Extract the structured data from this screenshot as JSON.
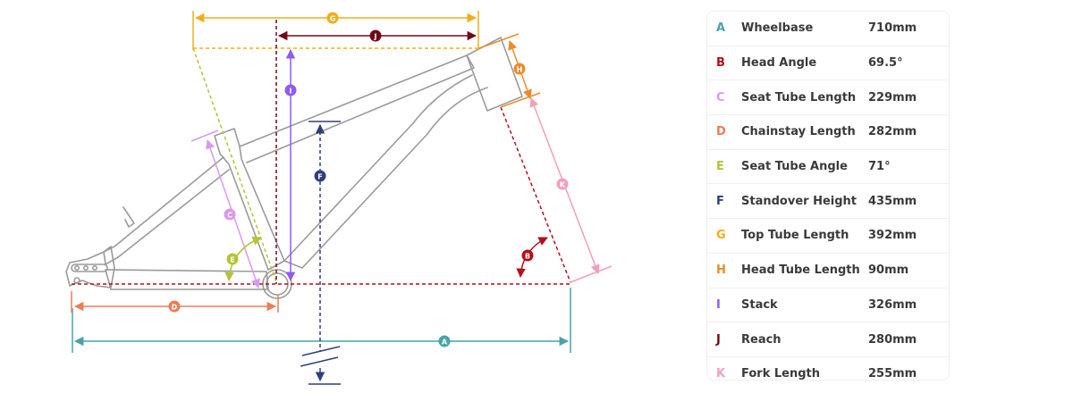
{
  "diagram": {
    "markers": {
      "A": {
        "letter": "A",
        "color": "#46a4a8"
      },
      "B": {
        "letter": "B",
        "color": "#b40f1b"
      },
      "C": {
        "letter": "C",
        "color": "#d89af0"
      },
      "D": {
        "letter": "D",
        "color": "#ee7d57"
      },
      "E": {
        "letter": "E",
        "color": "#b6c239"
      },
      "F": {
        "letter": "F",
        "color": "#2f3f7d"
      },
      "G": {
        "letter": "G",
        "color": "#f1ad1c"
      },
      "H": {
        "letter": "H",
        "color": "#e98d2b"
      },
      "I": {
        "letter": "I",
        "color": "#8d5cf1"
      },
      "J": {
        "letter": "J",
        "color": "#6d0c17"
      },
      "K": {
        "letter": "K",
        "color": "#f2a0b7"
      }
    },
    "frame_color": "#9a9a9a"
  },
  "specs": [
    {
      "key": "A",
      "label": "Wheelbase",
      "value": "710mm",
      "color": "#46a4a8"
    },
    {
      "key": "B",
      "label": "Head Angle",
      "value": "69.5°",
      "color": "#b40f1b"
    },
    {
      "key": "C",
      "label": "Seat Tube Length",
      "value": "229mm",
      "color": "#d89af0"
    },
    {
      "key": "D",
      "label": "Chainstay Length",
      "value": "282mm",
      "color": "#ee7d57"
    },
    {
      "key": "E",
      "label": "Seat Tube Angle",
      "value": "71°",
      "color": "#b6c239"
    },
    {
      "key": "F",
      "label": "Standover Height",
      "value": "435mm",
      "color": "#2f3f7d"
    },
    {
      "key": "G",
      "label": "Top Tube Length",
      "value": "392mm",
      "color": "#f1ad1c"
    },
    {
      "key": "H",
      "label": "Head Tube Length",
      "value": "90mm",
      "color": "#e98d2b"
    },
    {
      "key": "I",
      "label": "Stack",
      "value": "326mm",
      "color": "#8d5cf1"
    },
    {
      "key": "J",
      "label": "Reach",
      "value": "280mm",
      "color": "#6d0c17"
    },
    {
      "key": "K",
      "label": "Fork Length",
      "value": "255mm",
      "color": "#f2a0b7"
    }
  ]
}
